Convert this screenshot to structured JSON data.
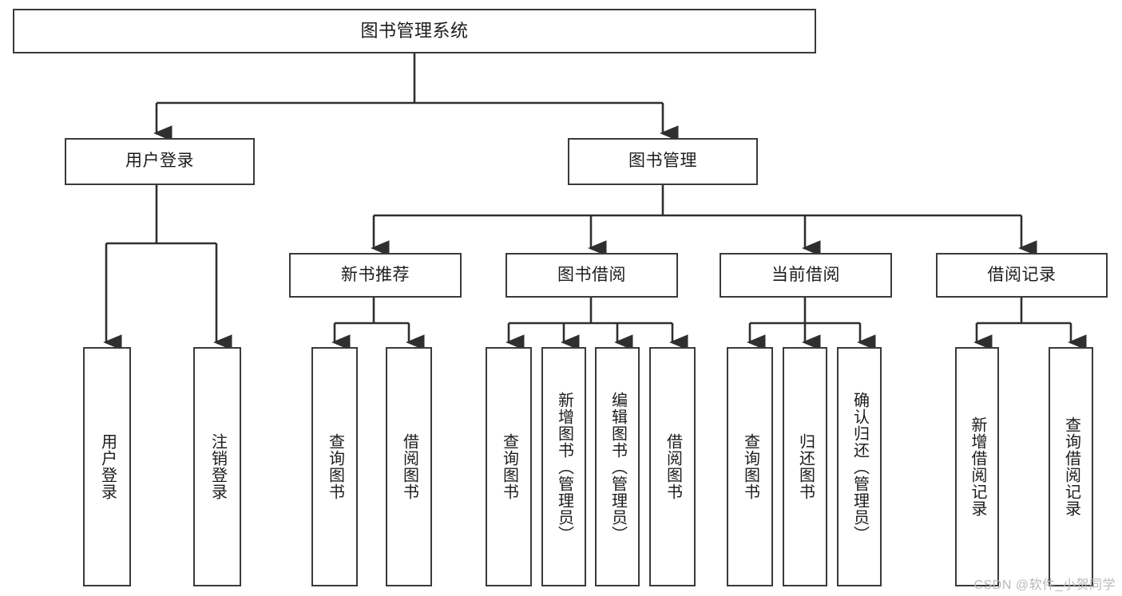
{
  "diagram": {
    "type": "tree",
    "title": "图书管理系统",
    "watermark": "CSDN @软件_小贺同学",
    "colors": {
      "box_border": "#3a3a3a",
      "box_fill": "#ffffff",
      "edge": "#2f2f2f",
      "text": "#1c1c1c",
      "watermark": "#b9b9b9",
      "background": "#ffffff"
    },
    "root": {
      "label": "图书管理系统"
    },
    "level2": [
      {
        "label": "用户登录"
      },
      {
        "label": "图书管理"
      }
    ],
    "level3": [
      {
        "label": "新书推荐"
      },
      {
        "label": "图书借阅"
      },
      {
        "label": "当前借阅"
      },
      {
        "label": "借阅记录"
      }
    ],
    "leaves": {
      "user_login": [
        {
          "label": "用户登录"
        },
        {
          "label": "注销登录"
        }
      ],
      "new_book_recommend": [
        {
          "label": "查询图书"
        },
        {
          "label": "借阅图书"
        }
      ],
      "book_borrow": [
        {
          "label": "查询图书"
        },
        {
          "label": "新增图书（管理员）"
        },
        {
          "label": "编辑图书（管理员）"
        },
        {
          "label": "借阅图书"
        }
      ],
      "current_borrow": [
        {
          "label": "查询图书"
        },
        {
          "label": "归还图书"
        },
        {
          "label": "确认归还（管理员）"
        }
      ],
      "borrow_record": [
        {
          "label": "新增借阅记录"
        },
        {
          "label": "查询借阅记录"
        }
      ]
    }
  }
}
